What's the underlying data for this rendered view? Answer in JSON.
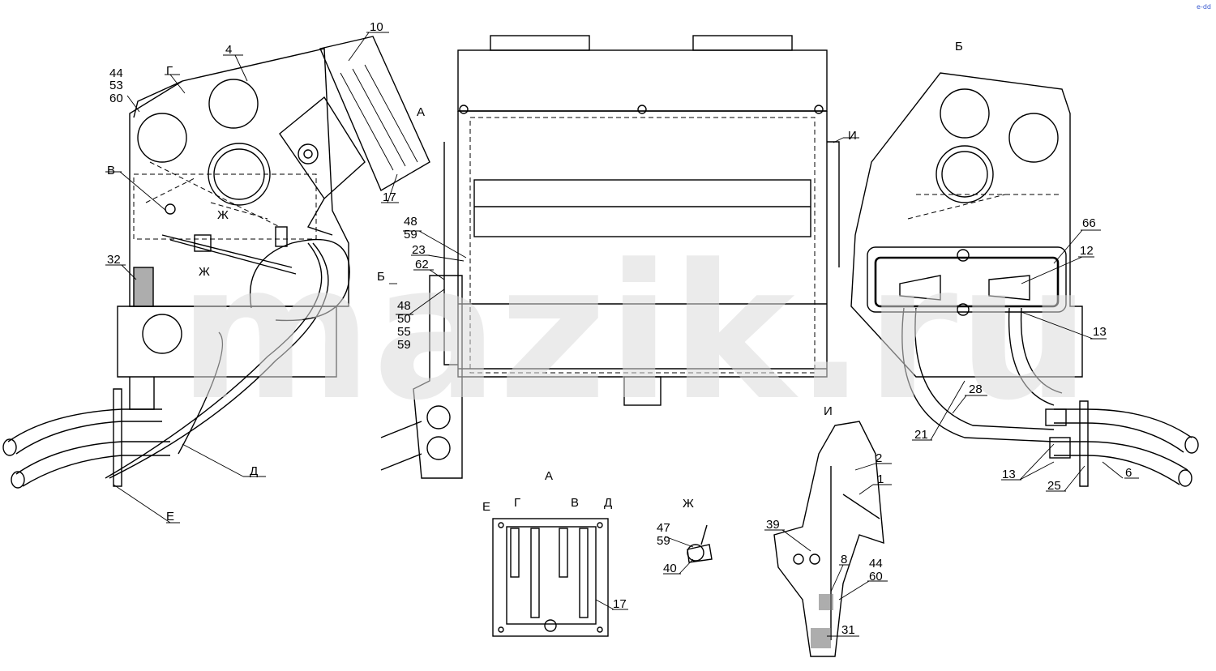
{
  "watermark": "mazik.ru",
  "corner_mark": "e-dd",
  "view_labels": {
    "view_a": "А",
    "view_b": "Б",
    "view_v": "В",
    "view_g": "Г",
    "view_d": "Д",
    "view_e": "Е",
    "view_zh": "Ж",
    "view_i": "И"
  },
  "callouts": {
    "c1": "1",
    "c2": "2",
    "c4": "4",
    "c6": "6",
    "c8": "8",
    "c10": "10",
    "c12": "12",
    "c13": "13",
    "c17": "17",
    "c21": "21",
    "c23": "23",
    "c25": "25",
    "c28": "28",
    "c31": "31",
    "c32": "32",
    "c39": "39",
    "c40": "40",
    "c44": "44",
    "c47": "47",
    "c48": "48",
    "c50": "50",
    "c53": "53",
    "c55": "55",
    "c59": "59",
    "c60": "60",
    "c62": "62",
    "c66": "66"
  }
}
